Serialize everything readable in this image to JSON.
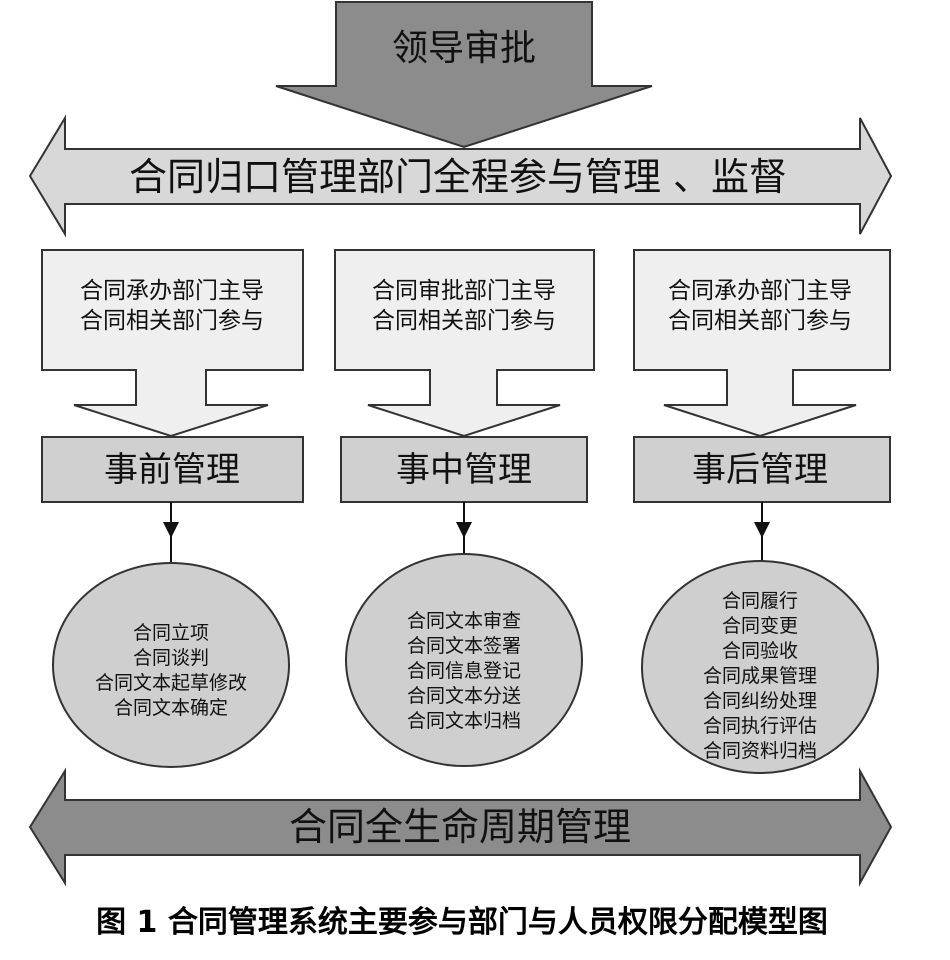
{
  "top_box": {
    "label": "领导审批"
  },
  "top_band": {
    "label": "合同归口管理部门全程参与管理 、监督"
  },
  "columns": [
    {
      "lead_lines": [
        "合同承办部门主导",
        "合同相关部门参与"
      ],
      "phase": "事前管理",
      "items": [
        "合同立项",
        "合同谈判",
        "合同文本起草修改",
        "合同文本确定"
      ]
    },
    {
      "lead_lines": [
        "合同审批部门主导",
        "合同相关部门参与"
      ],
      "phase": "事中管理",
      "items": [
        "合同文本审查",
        "合同文本签署",
        "合同信息登记",
        "合同文本分送",
        "合同文本归档"
      ]
    },
    {
      "lead_lines": [
        "合同承办部门主导",
        "合同相关部门参与"
      ],
      "phase": "事后管理",
      "items": [
        "合同履行",
        "合同变更",
        "合同验收",
        "合同成果管理",
        "合同纠纷处理",
        "合同执行评估",
        "合同资料归档"
      ]
    }
  ],
  "bottom_band": {
    "label": "合同全生命周期管理"
  },
  "caption": "图 1 合同管理系统主要参与部门与人员权限分配模型图",
  "colors": {
    "dark_fill": "#8c8c8c",
    "band_fill": "#d8d8d8",
    "light_fill": "#efefef",
    "phase_fill": "#d0d0d0",
    "circle_fill": "#cfcfcf",
    "stroke": "#333333"
  }
}
